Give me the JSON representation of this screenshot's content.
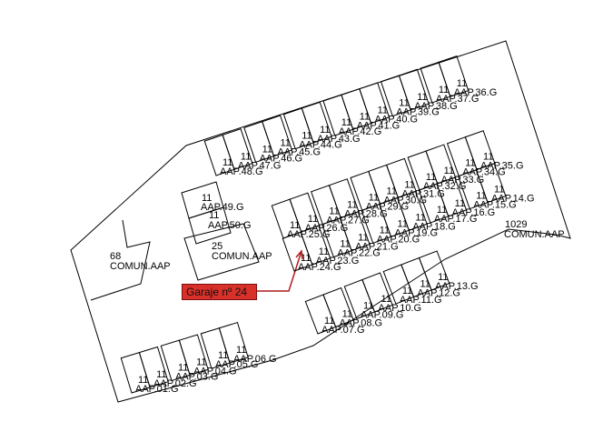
{
  "rows": {
    "top": [
      "48",
      "47",
      "46",
      "45",
      "44",
      "43",
      "42",
      "41",
      "40",
      "39",
      "38",
      "37",
      "36"
    ],
    "middle_upper": [
      "25",
      "26",
      "27",
      "28",
      "29",
      "30",
      "31",
      "32",
      "33",
      "34",
      "35"
    ],
    "middle_lower": [
      "24",
      "23",
      "22",
      "21",
      "20",
      "19",
      "18",
      "17",
      "16",
      "15",
      "14"
    ],
    "bottom_right": [
      "07",
      "08",
      "09",
      "10",
      "11",
      "12",
      "13"
    ],
    "bottom_left": [
      "01",
      "02",
      "03",
      "04",
      "05",
      "06"
    ]
  },
  "spot_prefix": "AAP.",
  "spot_suffix": ".G",
  "spot_code": "11",
  "singles": {
    "s49": {
      "code": "11",
      "label": "AAP.49.G"
    },
    "s50": {
      "code": "11",
      "label": "AAP.50.G"
    },
    "common25": {
      "code": "25",
      "label": "COMUN.AAP"
    },
    "common68": {
      "code": "68",
      "label": "COMUN.AAP"
    },
    "common1029": {
      "code": "1029",
      "label": "COMUN.AAP"
    }
  },
  "annotation": {
    "label": "Garaje nº 24",
    "color": "#d9302a",
    "line_color": "#b01c1c"
  }
}
